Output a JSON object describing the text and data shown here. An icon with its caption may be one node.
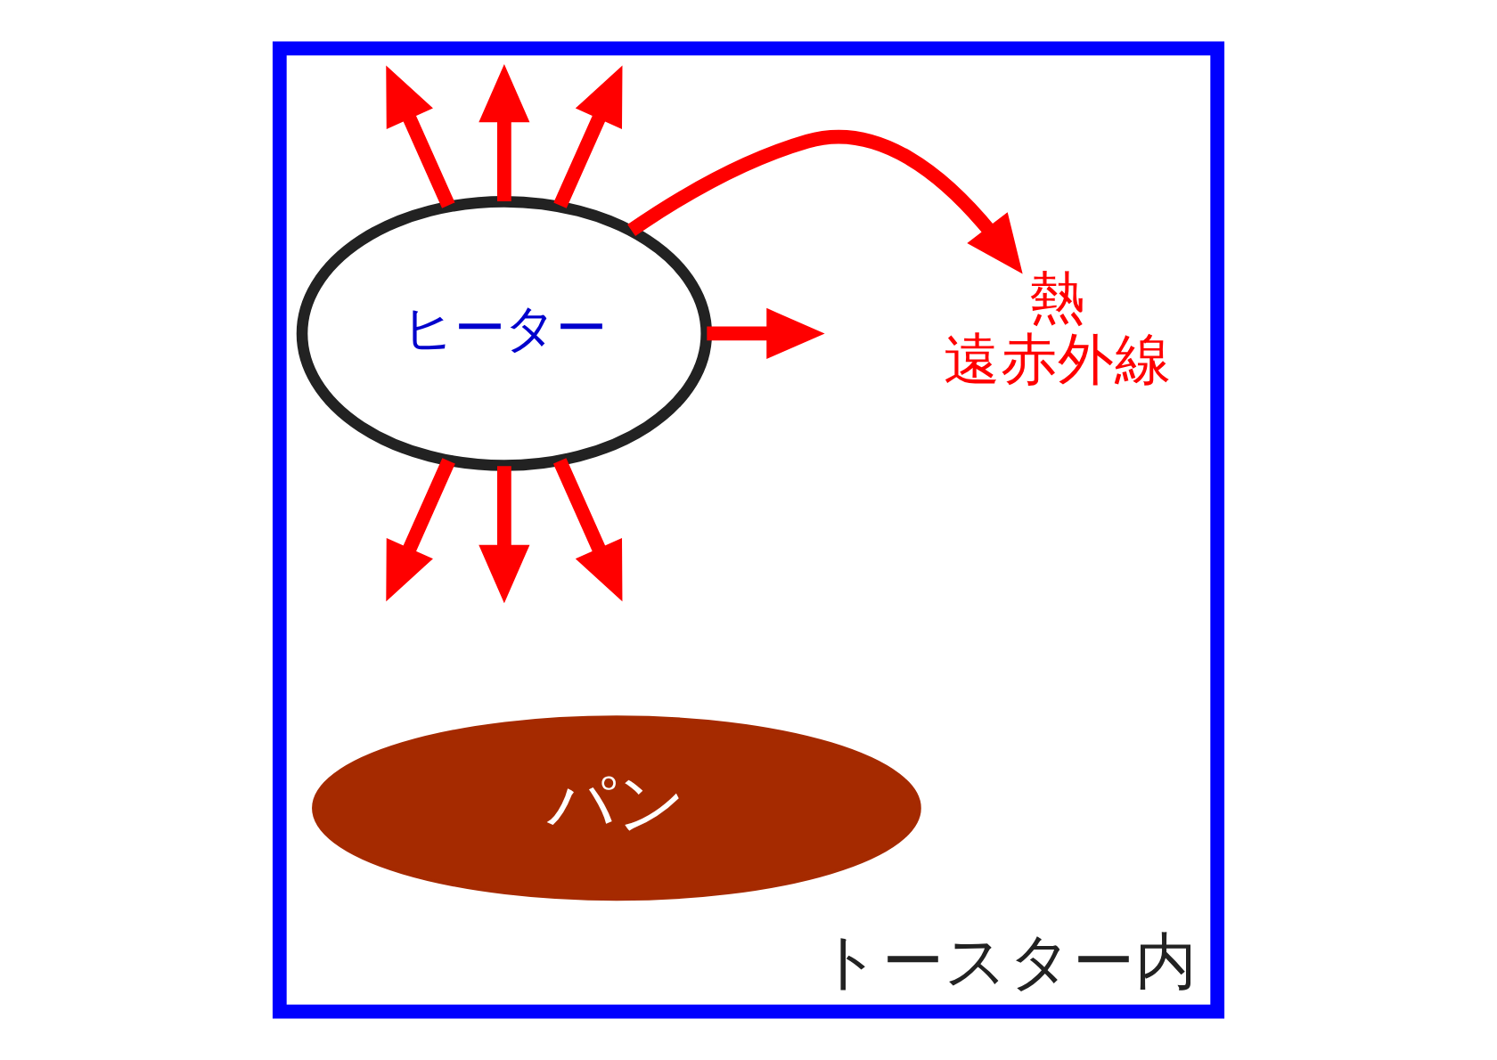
{
  "diagram": {
    "nodes": [
      {
        "text": [
          "トースター内"
        ]
      },
      {
        "text": [
          "ヒーター"
        ],
        "in": 0
      },
      {
        "text": [
          "熱",
          "遠赤外線"
        ],
        "in": 0
      },
      {
        "text": [
          "パン"
        ],
        "in": 0
      }
    ],
    "edges": [
      {
        "from": 1,
        "to": null,
        "arrow": "to"
      },
      {
        "from": 1,
        "to": null,
        "arrow": "to"
      },
      {
        "from": 1,
        "to": null,
        "arrow": "to"
      },
      {
        "from": 1,
        "to": 2,
        "arrow": "to"
      },
      {
        "from": 1,
        "to": null,
        "arrow": "to"
      },
      {
        "from": 1,
        "to": null,
        "arrow": "to"
      },
      {
        "from": 1,
        "to": null,
        "arrow": "to"
      },
      {
        "from": 1,
        "to": null,
        "arrow": "to"
      }
    ]
  }
}
